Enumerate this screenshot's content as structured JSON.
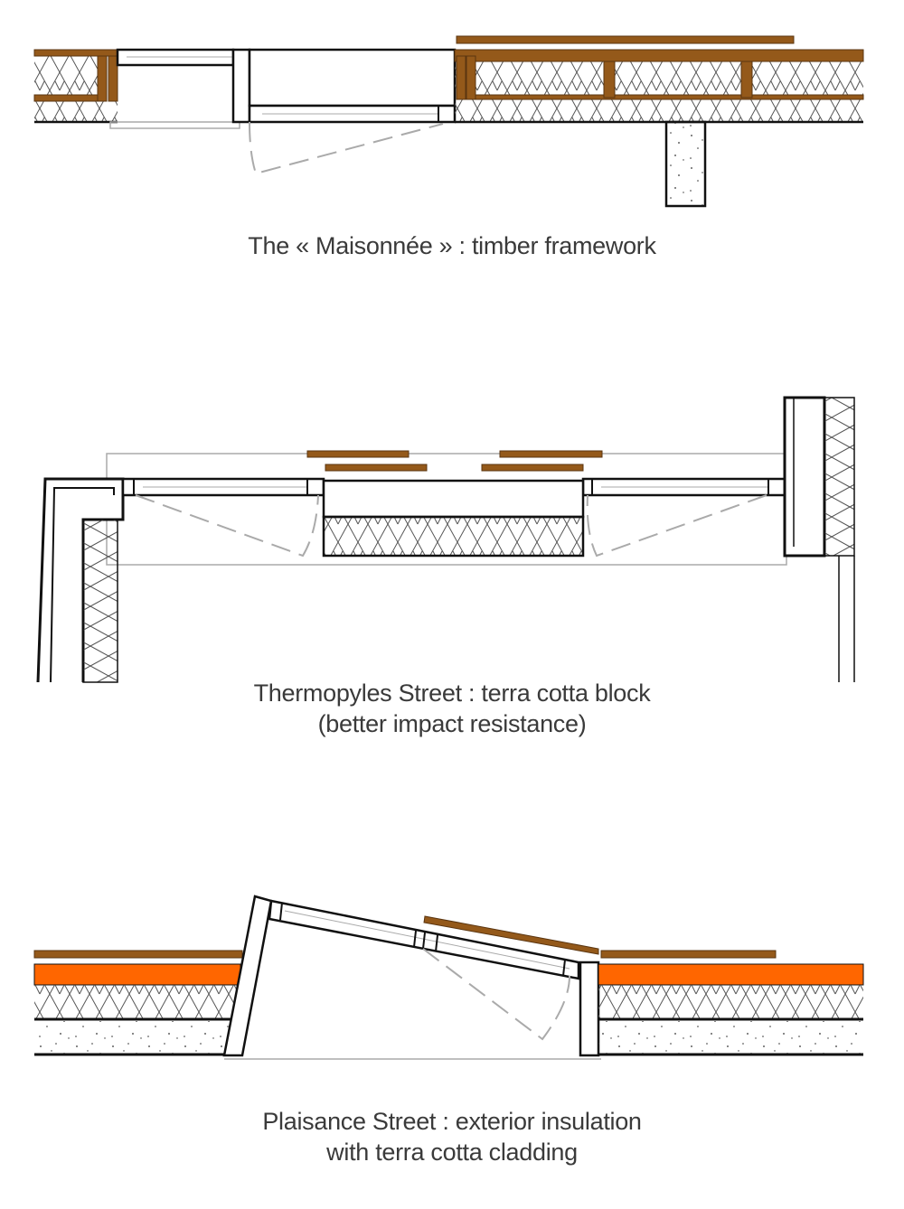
{
  "captions": {
    "maisonnee": "The « Maisonnée » : timber framework",
    "thermopyles_line1": "Thermopyles Street : terra cotta block",
    "thermopyles_line2": "(better impact resistance)",
    "plaisance_line1": "Plaisance Street : exterior insulation",
    "plaisance_line2": "with terra cotta cladding"
  },
  "colors": {
    "timber": "#94591a",
    "orange_insulation": "#ff6600",
    "line": "#111111",
    "light_line": "#aaaaaa"
  }
}
